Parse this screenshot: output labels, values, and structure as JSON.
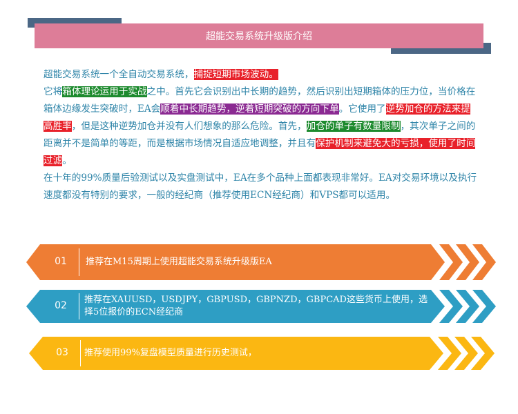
{
  "title": "超能交易系统升级版介绍",
  "para1": {
    "s1": "超能交易系统一个全自动交易系统，",
    "h1": "捕捉短期市场波动。",
    "s2": "它将",
    "h2": "箱体理论运用于实战",
    "s3": "之中。首先它会识别出中长期的趋势，然后识别出短期箱体的压力位，当价格在箱体边缘发生突破时，EA会",
    "h3": "顺着中长期趋势，逆着短期突破的方向下单",
    "s4": "。它使用了",
    "h4": "逆势加仓的方法来提高胜率",
    "s5": "，但是这种逆势加仓并没有人们想象的那么危险。首先，",
    "h5": "加仓的单子有数量限制",
    "s6": "，其次单子之间的距离并不是简单的等距，而是根据市场情况自适应地调整，并且有",
    "h6": "保护机制来避免大的亏损，使用了时间过滤",
    "s7": "。"
  },
  "para2": "在十年的99%质量后验测试以及实盘测试中，EA在多个品种上面都表现非常好。EA对交易环境以及执行速度都没有特别的要求，一般的经纪商（推荐使用ECN经纪商）和VPS都可以适用。",
  "items": [
    {
      "num": "01",
      "text": "推荐在M15周期上使用超能交易系统升级版EA",
      "color": "#ee7d34"
    },
    {
      "num": "02",
      "text": "推荐在XAUUSD，USDJPY，GBPUSD，GBPNZD，GBPCAD这些货币上使用，选择5位报价的ECN经纪商",
      "color": "#2e9ec4"
    },
    {
      "num": "03",
      "text": "推荐使用99%复盘模型质量进行历史测试，",
      "color": "#fbb712"
    }
  ],
  "colors": {
    "banner": "#dd7d98",
    "deco": "#4b6785",
    "body_text": "#2e84a8",
    "highlight_red": "#e8212a",
    "highlight_green": "#1c8a2d",
    "highlight_purple": "#8b2a92"
  }
}
